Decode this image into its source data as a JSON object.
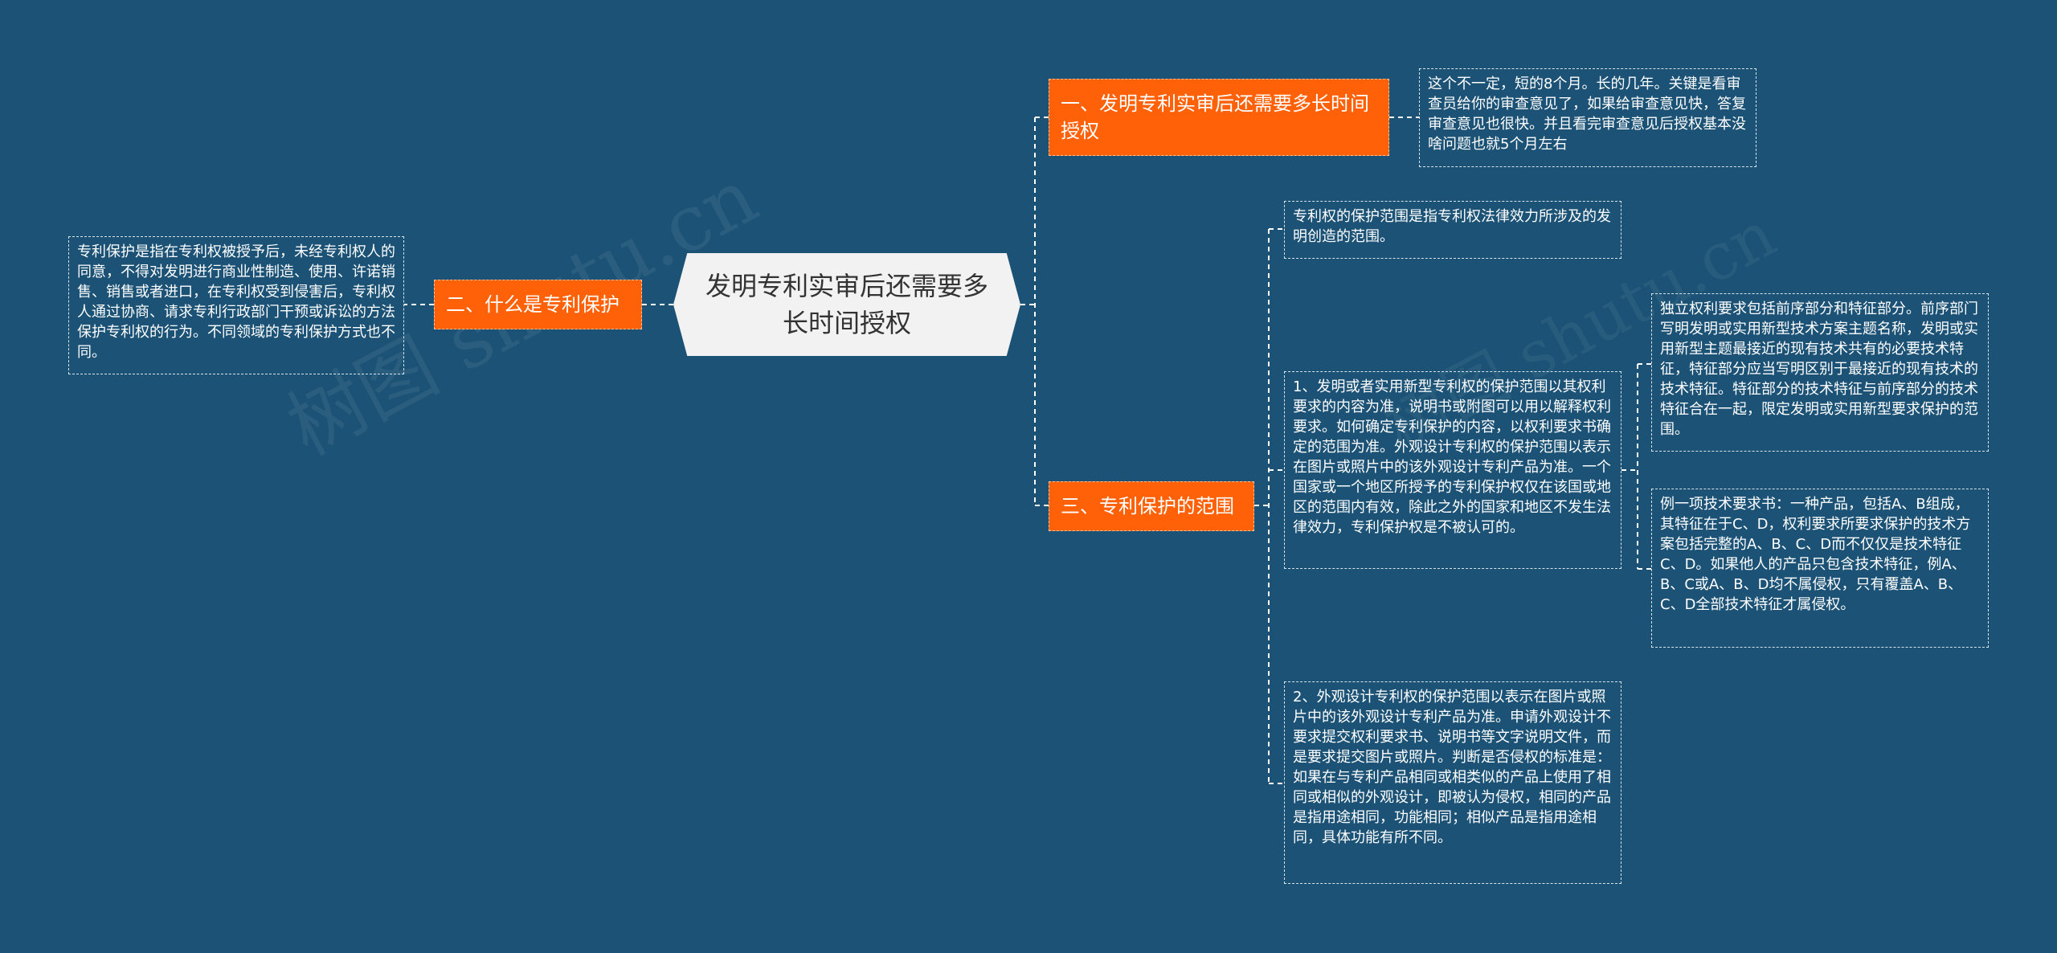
{
  "central_topic": "发明专利实审后还需要多长时间授权",
  "watermark": "树图 shutu.cn",
  "branches": [
    {
      "label": "一、发明专利实审后还需要多长时间授权",
      "details": [
        "这个不一定，短的8个月。长的几年。关键是看审查员给你的审查意见了，如果给审查意见快，答复审查意见也很快。并且看完审查意见后授权基本没啥问题也就5个月左右"
      ]
    },
    {
      "label": "二、什么是专利保护",
      "details": [
        "专利保护是指在专利权被授予后，未经专利权人的同意，不得对发明进行商业性制造、使用、许诺销售、销售或者进口，在专利权受到侵害后，专利权人通过协商、请求专利行政部门干预或诉讼的方法保护专利权的行为。不同领域的专利保护方式也不同。"
      ]
    },
    {
      "label": "三、专利保护的范围",
      "details": [
        "专利权的保护范围是指专利权法律效力所涉及的发明创造的范围。",
        "1、发明或者实用新型专利权的保护范围以其权利要求的内容为准，说明书或附图可以用以解释权利要求。如何确定专利保护的内容，以权利要求书确定的范围为准。外观设计专利权的保护范围以表示在图片或照片中的该外观设计专利产品为准。一个国家或一个地区所授予的专利保护权仅在该国或地区的范围内有效，除此之外的国家和地区不发生法律效力，专利保护权是不被认可的。",
        "2、外观设计专利权的保护范围以表示在图片或照片中的该外观设计专利产品为准。申请外观设计不要求提交权利要求书、说明书等文字说明文件，而是要求提交图片或照片。判断是否侵权的标准是：如果在与专利产品相同或相类似的产品上使用了相同或相似的外观设计，即被认为侵权，相同的产品是指用途相同，功能相同；相似产品是指用途相同，具体功能有所不同。"
      ],
      "sub_details": [
        "独立权利要求包括前序部分和特征部分。前序部门写明发明或实用新型技术方案主题名称，发明或实用新型主题最接近的现有技术共有的必要技术特征，特征部分应当写明区别于最接近的现有技术的技术特征。特征部分的技术特征与前序部分的技术特征合在一起，限定发明或实用新型要求保护的范围。",
        "例一项技术要求书：一种产品，包括A、B组成，其特征在于C、D，权利要求所要求保护的技术方案包括完整的A、B、C、D而不仅仅是技术特征C、D。如果他人的产品只包含技术特征，例A、B、C或A、B、D均不属侵权，只有覆盖A、B、C、D全部技术特征才属侵权。"
      ]
    }
  ]
}
